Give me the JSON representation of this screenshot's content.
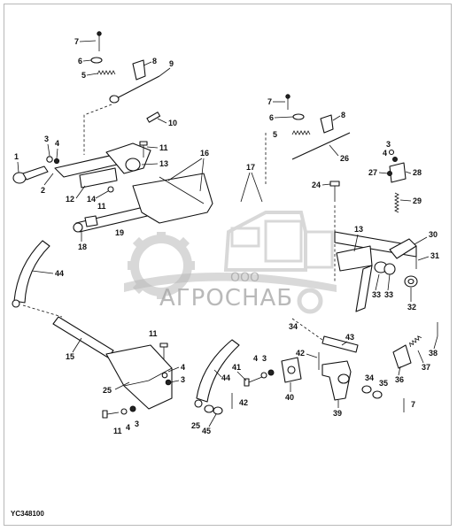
{
  "diagram": {
    "code": "YC348100",
    "callouts": [
      "7",
      "6",
      "5",
      "8",
      "9",
      "10",
      "11",
      "3",
      "4",
      "1",
      "2",
      "13",
      "12",
      "14",
      "16",
      "17",
      "19",
      "18",
      "44",
      "15",
      "25",
      "41",
      "42",
      "40",
      "43",
      "39",
      "34",
      "35",
      "36",
      "37",
      "38",
      "45",
      "26",
      "24",
      "27",
      "28",
      "29",
      "30",
      "31",
      "32",
      "33"
    ]
  },
  "watermark": {
    "brand": "АГРОСНАБ",
    "prefix": "ООО"
  }
}
